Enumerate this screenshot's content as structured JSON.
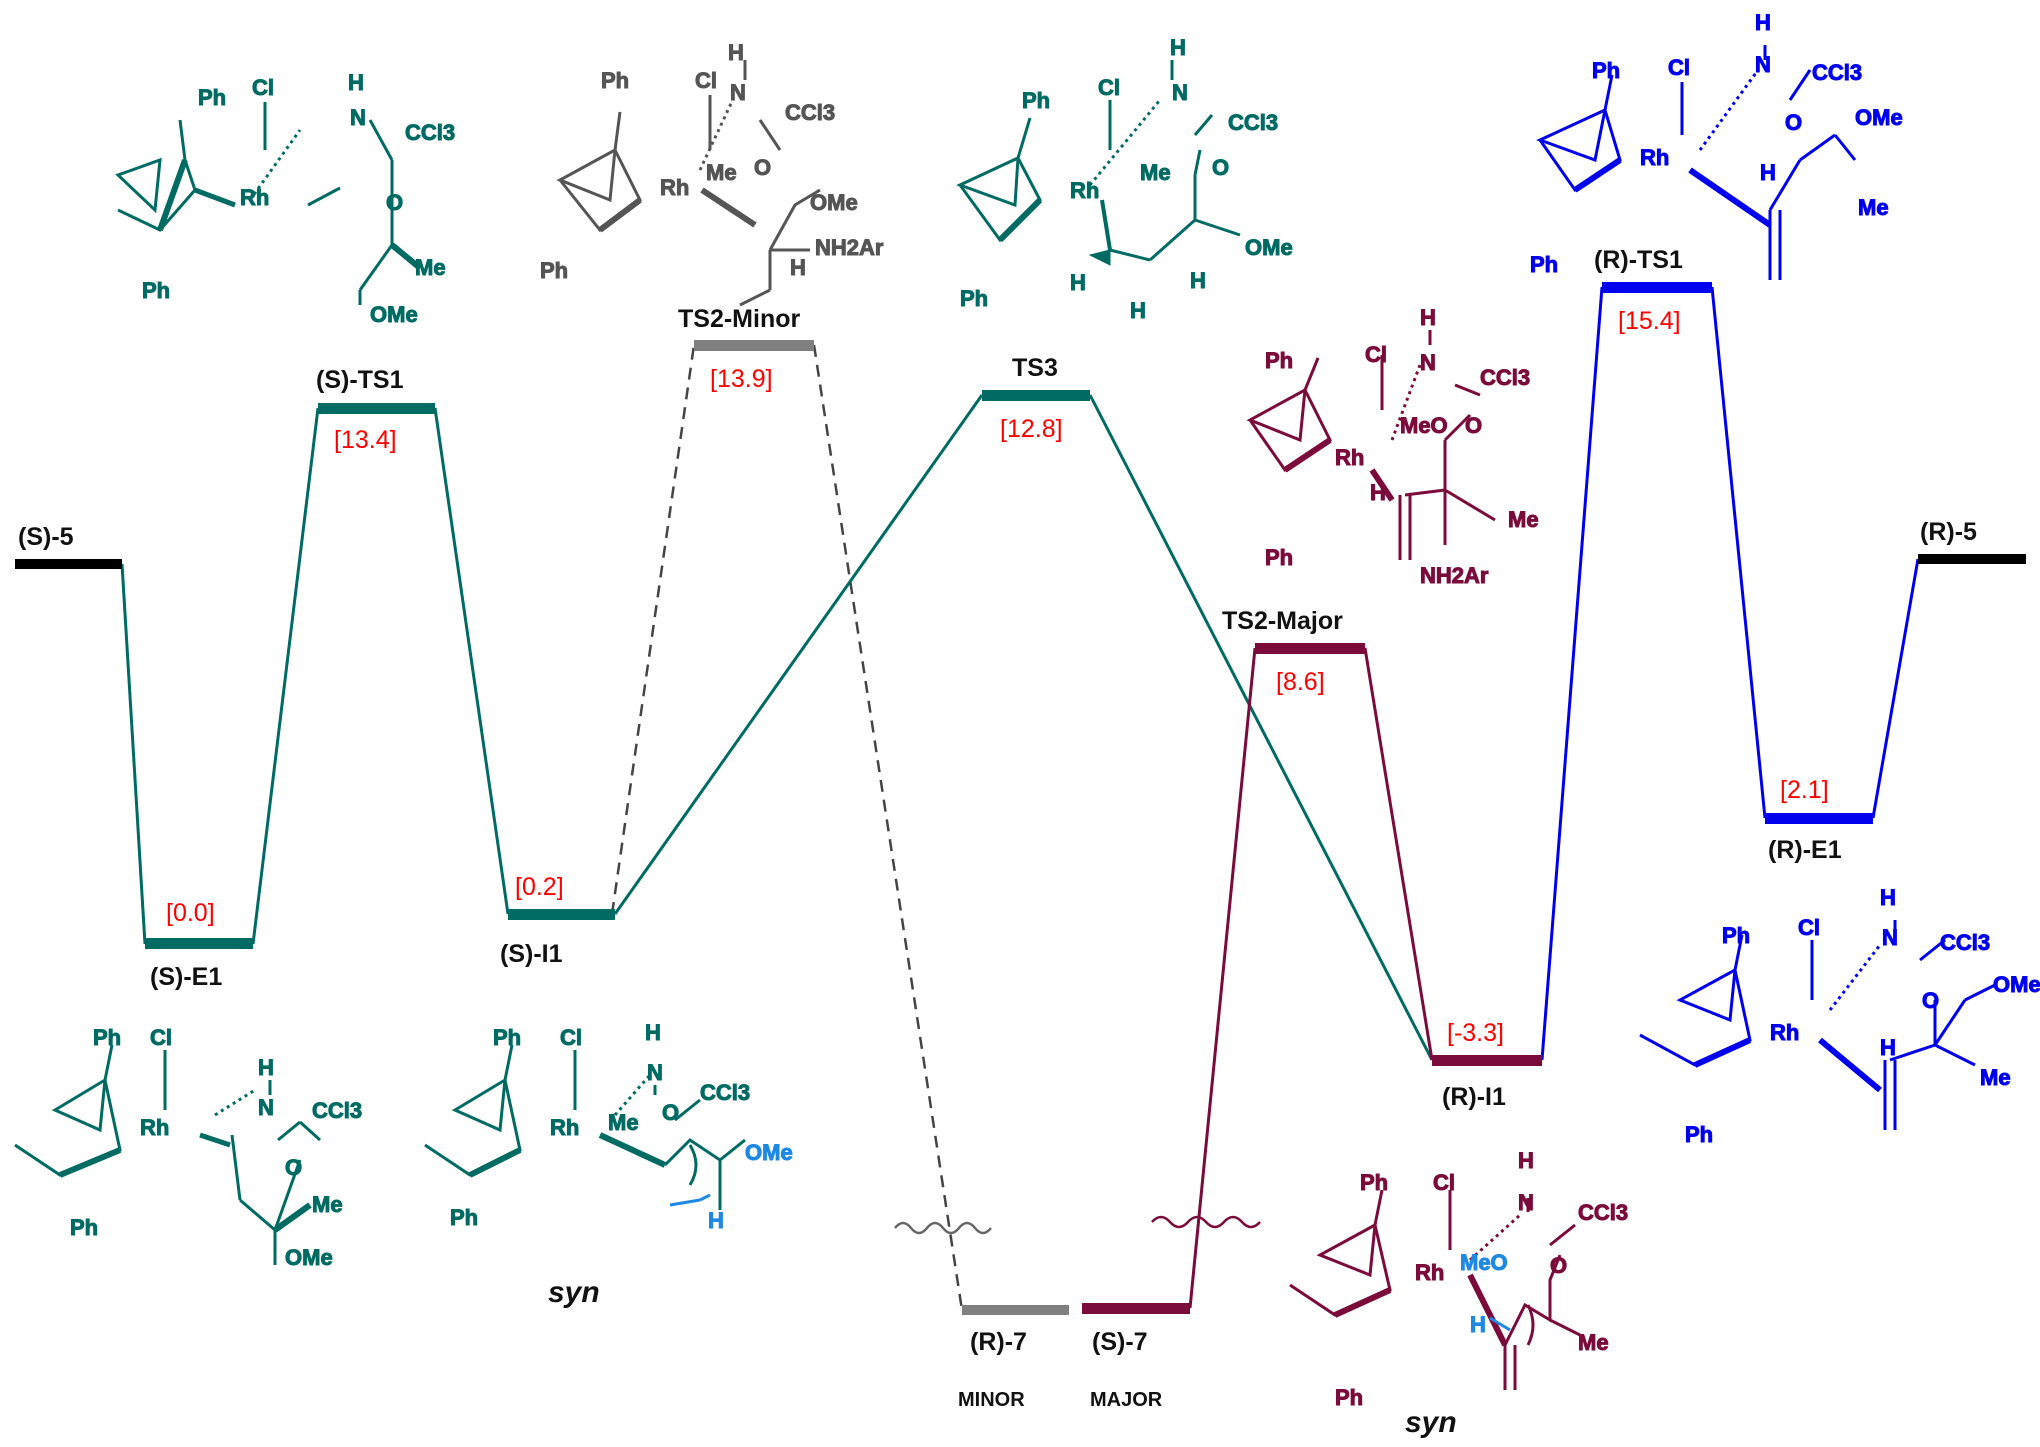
{
  "colors": {
    "s_path": "#006b63",
    "minor_path": "#666666",
    "major_path": "#7a0b3b",
    "r_path": "#0000ee",
    "reactant": "#000000",
    "energy_value": "#ff0000"
  },
  "levels": [
    {
      "id": "s5",
      "label": "(S)-5",
      "value": ""
    },
    {
      "id": "sE1",
      "label": "(S)-E1",
      "value": "[0.0]"
    },
    {
      "id": "sTS1",
      "label": "(S)-TS1",
      "value": "[13.4]"
    },
    {
      "id": "sI1",
      "label": "(S)-I1",
      "value": "[0.2]"
    },
    {
      "id": "ts2minor",
      "label": "TS2-Minor",
      "value": "[13.9]"
    },
    {
      "id": "ts3",
      "label": "TS3",
      "value": "[12.8]"
    },
    {
      "id": "ts2major",
      "label": "TS2-Major",
      "value": "[8.6]"
    },
    {
      "id": "r7",
      "label": "(R)-7",
      "value": "",
      "tag": "MINOR"
    },
    {
      "id": "s7",
      "label": "(S)-7",
      "value": "",
      "tag": "MAJOR"
    },
    {
      "id": "rI1",
      "label": "(R)-I1",
      "value": "[-3.3]"
    },
    {
      "id": "rTS1",
      "label": "(R)-TS1",
      "value": "[15.4]"
    },
    {
      "id": "rE1",
      "label": "(R)-E1",
      "value": "[2.1]"
    },
    {
      "id": "r5",
      "label": "(R)-5",
      "value": ""
    }
  ],
  "structure_text": {
    "ph": "Ph",
    "cl": "Cl",
    "rh": "Rh",
    "h": "H",
    "n": "N",
    "o": "O",
    "me": "Me",
    "ome": "OMe",
    "meo": "MeO",
    "ccl3": "CCl3",
    "nh2ar": "NH2Ar"
  },
  "annotations": {
    "syn_left": "syn",
    "syn_right": "syn"
  }
}
